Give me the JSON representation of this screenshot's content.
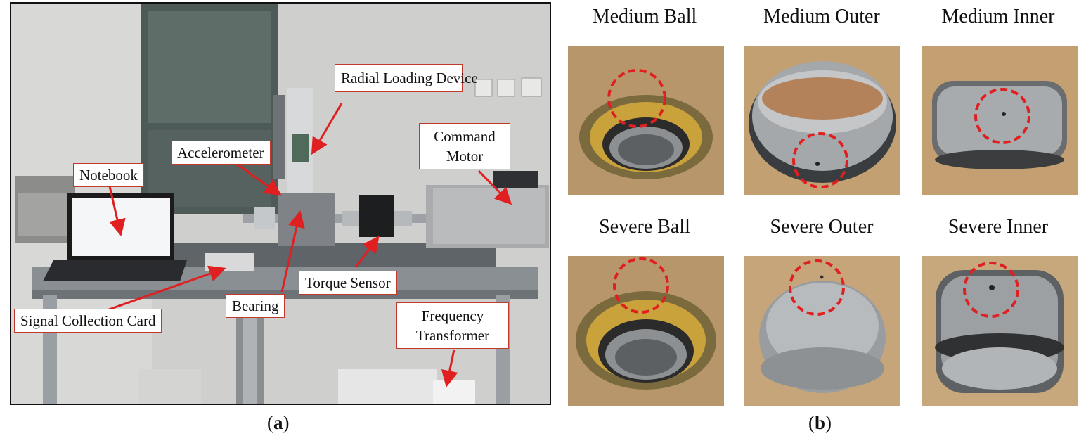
{
  "panel_a": {
    "callouts": {
      "radial_loading": "Radial Loading Device",
      "accelerometer": "Accelerometer",
      "command_motor": "Command Motor",
      "notebook": "Notebook",
      "torque_sensor": "Torque Sensor",
      "bearing": "Bearing",
      "signal_card": "Signal Collection Card",
      "frequency_transformer": "Frequency Transformer"
    },
    "caption": "a"
  },
  "panel_b": {
    "titles": [
      "Medium Ball",
      "Medium Outer",
      "Medium Inner",
      "Severe Ball",
      "Severe Outer",
      "Severe Inner"
    ],
    "caption": "b"
  },
  "colors": {
    "callout_border": "#c0392b",
    "arrow": "#e02020",
    "fault_circle": "#e02020"
  }
}
